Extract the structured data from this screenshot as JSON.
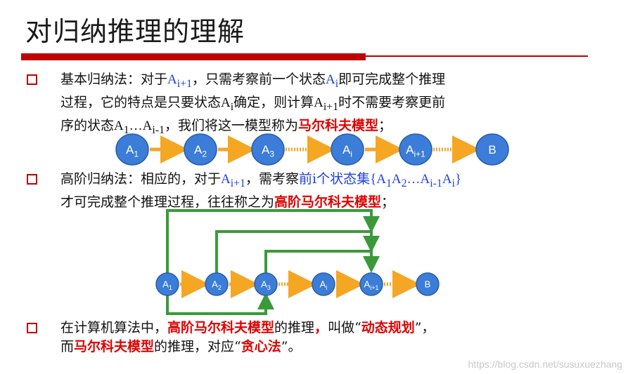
{
  "title": "对归纳推理的理解",
  "para1": {
    "line1_a": "基本归纳法：对于",
    "A": "A",
    "sub_i1": "i+1",
    "line1_b": "，只需考察前一个状态",
    "sub_i": "i",
    "line1_c": "即可完成整个推理",
    "line2_a": "过程，它的特点是只要状态",
    "line2_b": "确定，则计算",
    "line2_c": "时不需要考察更前",
    "line3_a": "序的状态",
    "sub_1": "1",
    "dots": "…",
    "sub_im1": "i-1",
    "line3_b": "，我们将这一模型称为",
    "markov": "马尔科夫模型",
    "end_semicolon": "；"
  },
  "para2": {
    "line1_a": "高阶归纳法：相应的，对于",
    "line1_b": "，需考察",
    "prev_states": "前i个状态集",
    "brace_open": "{",
    "sub_2": "2",
    "brace_close": "}",
    "line2_a": "才可完成整个推理过程，往往称之为",
    "high_markov": "高阶马尔科夫模型",
    "end_semicolon": "；"
  },
  "para3": {
    "line1_a": "在计算机算法中，",
    "high_markov": "高阶马尔科夫模型",
    "line1_b": "的推理",
    "comma_red": "，",
    "line1_c": "叫做“",
    "dp": "动态规划",
    "line1_d": "”，",
    "line2_a": "而",
    "markov": "马尔科夫模型",
    "line2_b": "的推理，对应“",
    "greedy": "贪心法",
    "line2_c": "”。"
  },
  "diagram1": {
    "nodes": [
      {
        "base": "A",
        "sub": "1"
      },
      {
        "base": "A",
        "sub": "2"
      },
      {
        "base": "A",
        "sub": "3"
      },
      {
        "base": "A",
        "sub": "i"
      },
      {
        "base": "A",
        "sub": "i+1"
      },
      {
        "base": "B",
        "sub": ""
      }
    ],
    "arrows": [
      "solid",
      "solid",
      "dotted",
      "solid",
      "dotted"
    ]
  },
  "diagram2": {
    "nodes": [
      {
        "base": "A",
        "sub": "1"
      },
      {
        "base": "A",
        "sub": "2"
      },
      {
        "base": "A",
        "sub": "3"
      },
      {
        "base": "A",
        "sub": "i"
      },
      {
        "base": "A",
        "sub": "i+1"
      },
      {
        "base": "B",
        "sub": ""
      }
    ],
    "arrows": [
      "solid",
      "solid",
      "dotted",
      "solid",
      "dotted"
    ]
  },
  "colors": {
    "node_fill": "#3b7dd8",
    "node_stroke": "#2a5ea8",
    "arrow": "#f5a623",
    "green": "#3a9a3a",
    "accent_red": "#c00000"
  },
  "watermark": "https://blog.csdn.net/susuxuezhang"
}
